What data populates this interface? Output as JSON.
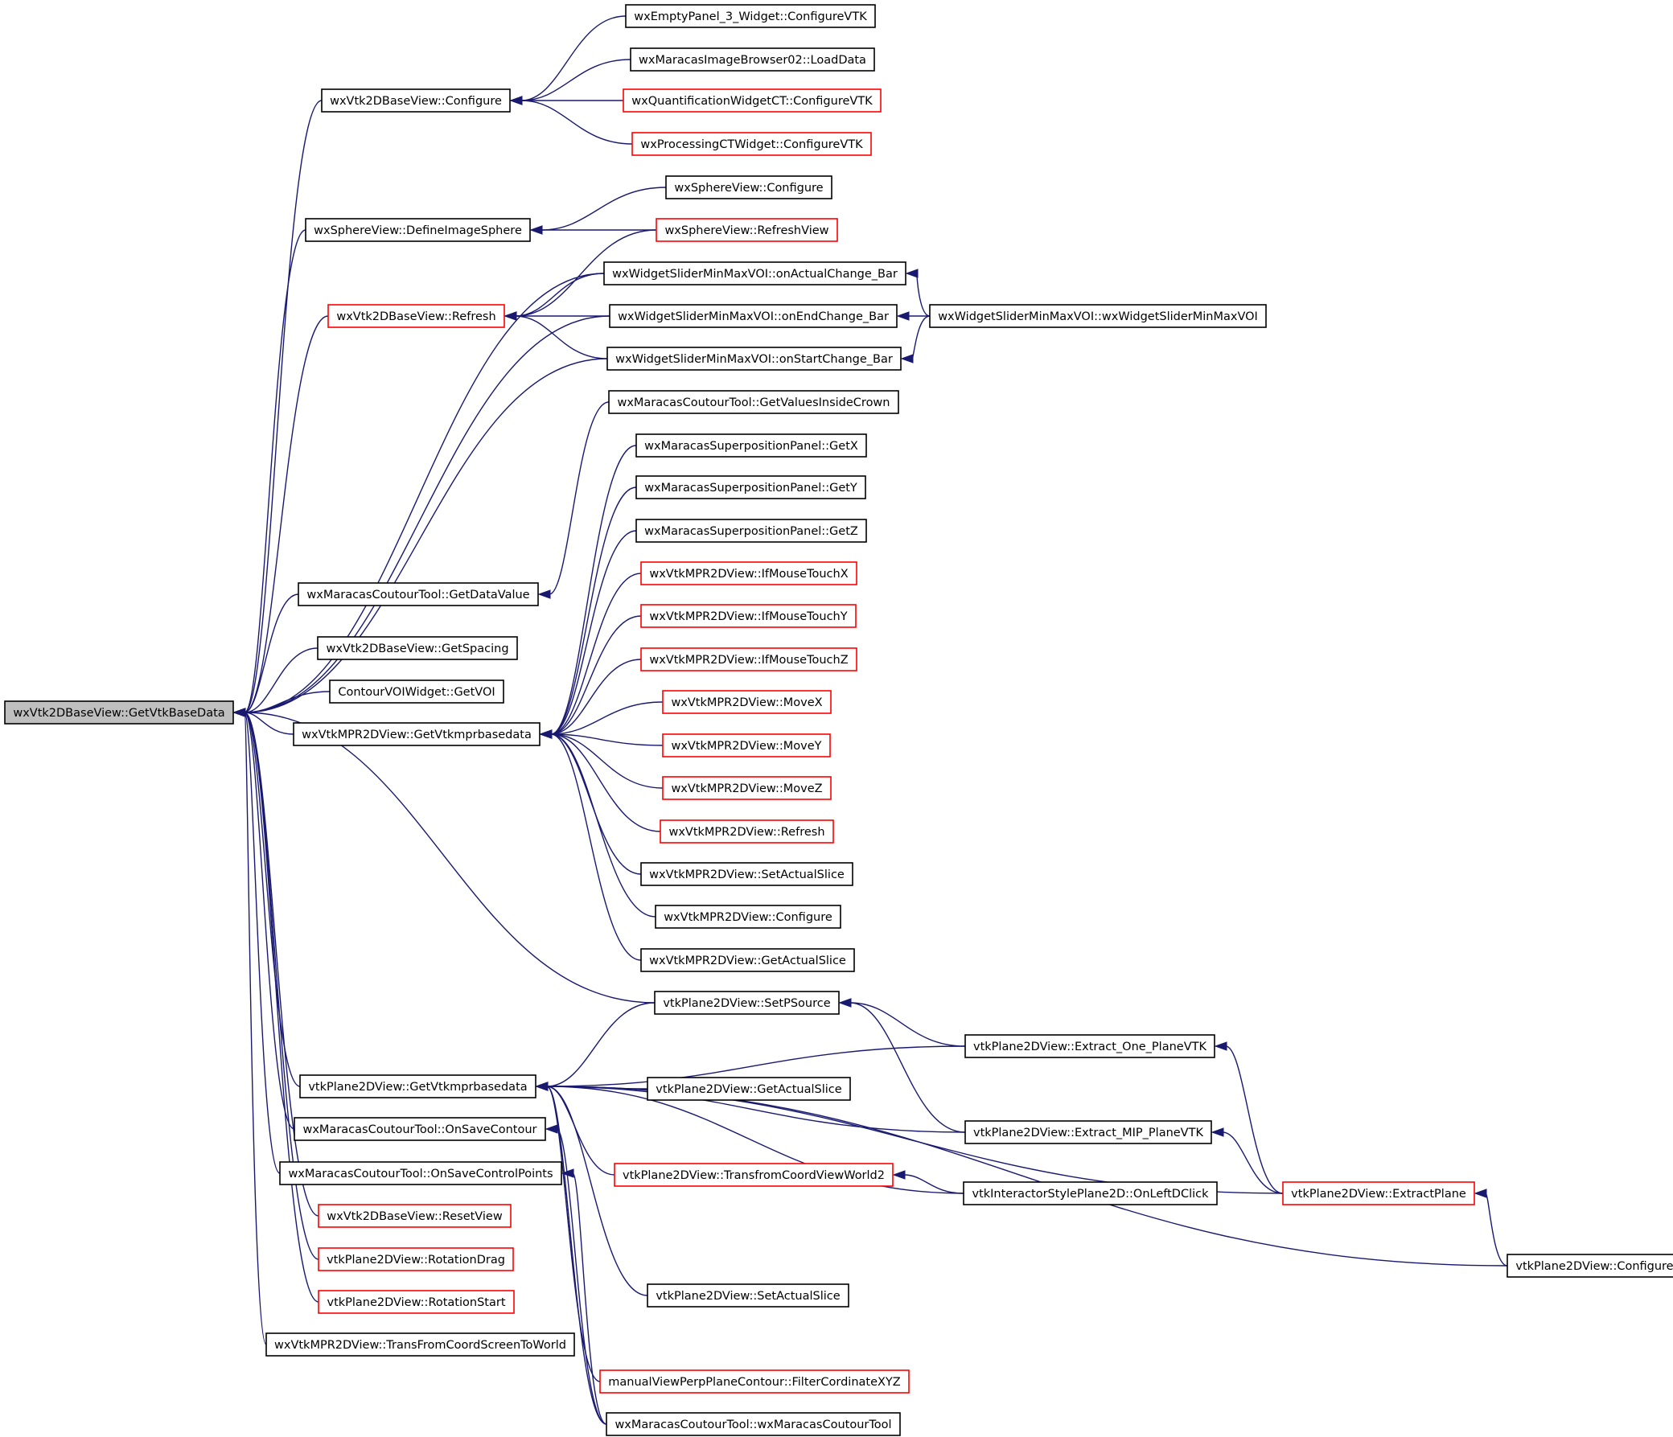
{
  "colors": {
    "edge": "#191970",
    "border": "#000000",
    "red_border": "#ff0000",
    "focus_fill": "#bfbfbf"
  },
  "nodes": [
    {
      "id": "root",
      "label": "wxVtk2DBaseView::GetVtkBaseData",
      "style": "focus"
    },
    {
      "id": "cfg",
      "label": "wxVtk2DBaseView::Configure"
    },
    {
      "id": "defsph",
      "label": "wxSphereView::DefineImageSphere"
    },
    {
      "id": "refresh",
      "label": "wxVtk2DBaseView::Refresh",
      "style": "red"
    },
    {
      "id": "getdataval",
      "label": "wxMaracasCoutourTool::GetDataValue"
    },
    {
      "id": "getspacing",
      "label": "wxVtk2DBaseView::GetSpacing"
    },
    {
      "id": "getvoi",
      "label": "ContourVOIWidget::GetVOI"
    },
    {
      "id": "mprbase",
      "label": "wxVtkMPR2DView::GetVtkmprbasedata"
    },
    {
      "id": "p2dbase",
      "label": "vtkPlane2DView::GetVtkmprbasedata"
    },
    {
      "id": "onsavecontour",
      "label": "wxMaracasCoutourTool::OnSaveContour"
    },
    {
      "id": "onsavecp",
      "label": "wxMaracasCoutourTool::OnSaveControlPoints"
    },
    {
      "id": "resetview",
      "label": "wxVtk2DBaseView::ResetView",
      "style": "red"
    },
    {
      "id": "rotdrag",
      "label": "vtkPlane2DView::RotationDrag",
      "style": "red"
    },
    {
      "id": "rotstart",
      "label": "vtkPlane2DView::RotationStart",
      "style": "red"
    },
    {
      "id": "transcoord",
      "label": "wxVtkMPR2DView::TransFromCoordScreenToWorld"
    },
    {
      "id": "emptypanel",
      "label": "wxEmptyPanel_3_Widget::ConfigureVTK"
    },
    {
      "id": "imgbrowser",
      "label": "wxMaracasImageBrowser02::LoadData"
    },
    {
      "id": "quantct",
      "label": "wxQuantificationWidgetCT::ConfigureVTK",
      "style": "red"
    },
    {
      "id": "procct",
      "label": "wxProcessingCTWidget::ConfigureVTK",
      "style": "red"
    },
    {
      "id": "sphcfg",
      "label": "wxSphereView::Configure"
    },
    {
      "id": "sphrefresh",
      "label": "wxSphereView::RefreshView",
      "style": "red"
    },
    {
      "id": "onactual",
      "label": "wxWidgetSliderMinMaxVOI::onActualChange_Bar"
    },
    {
      "id": "onend",
      "label": "wxWidgetSliderMinMaxVOI::onEndChange_Bar"
    },
    {
      "id": "onstart",
      "label": "wxWidgetSliderMinMaxVOI::onStartChange_Bar"
    },
    {
      "id": "slidector",
      "label": "wxWidgetSliderMinMaxVOI::wxWidgetSliderMinMaxVOI"
    },
    {
      "id": "getvalcrown",
      "label": "wxMaracasCoutourTool::GetValuesInsideCrown"
    },
    {
      "id": "getx",
      "label": "wxMaracasSuperpositionPanel::GetX"
    },
    {
      "id": "gety",
      "label": "wxMaracasSuperpositionPanel::GetY"
    },
    {
      "id": "getz",
      "label": "wxMaracasSuperpositionPanel::GetZ"
    },
    {
      "id": "ifx",
      "label": "wxVtkMPR2DView::IfMouseTouchX",
      "style": "red"
    },
    {
      "id": "ify",
      "label": "wxVtkMPR2DView::IfMouseTouchY",
      "style": "red"
    },
    {
      "id": "ifz",
      "label": "wxVtkMPR2DView::IfMouseTouchZ",
      "style": "red"
    },
    {
      "id": "movex",
      "label": "wxVtkMPR2DView::MoveX",
      "style": "red"
    },
    {
      "id": "movey",
      "label": "wxVtkMPR2DView::MoveY",
      "style": "red"
    },
    {
      "id": "movez",
      "label": "wxVtkMPR2DView::MoveZ",
      "style": "red"
    },
    {
      "id": "mprrefresh",
      "label": "wxVtkMPR2DView::Refresh",
      "style": "red"
    },
    {
      "id": "mprsetslice",
      "label": "wxVtkMPR2DView::SetActualSlice"
    },
    {
      "id": "mprcfg",
      "label": "wxVtkMPR2DView::Configure"
    },
    {
      "id": "mprgetslice",
      "label": "wxVtkMPR2DView::GetActualSlice"
    },
    {
      "id": "setpsource",
      "label": "vtkPlane2DView::SetPSource"
    },
    {
      "id": "extractone",
      "label": "vtkPlane2DView::Extract_One_PlaneVTK"
    },
    {
      "id": "p2dgetslice",
      "label": "vtkPlane2DView::GetActualSlice"
    },
    {
      "id": "extractmip",
      "label": "vtkPlane2DView::Extract_MIP_PlaneVTK"
    },
    {
      "id": "transworld2",
      "label": "vtkPlane2DView::TransfromCoordViewWorld2",
      "style": "red"
    },
    {
      "id": "onleftdclick",
      "label": "vtkInteractorStylePlane2D::OnLeftDClick"
    },
    {
      "id": "extractplane",
      "label": "vtkPlane2DView::ExtractPlane",
      "style": "red"
    },
    {
      "id": "p2dcfg",
      "label": "vtkPlane2DView::Configure"
    },
    {
      "id": "p2dsetslice",
      "label": "vtkPlane2DView::SetActualSlice"
    },
    {
      "id": "filtercoord",
      "label": "manualViewPerpPlaneContour::FilterCordinateXYZ",
      "style": "red"
    },
    {
      "id": "coutourctor",
      "label": "wxMaracasCoutourTool::wxMaracasCoutourTool"
    }
  ],
  "edges": [
    [
      "root",
      "cfg"
    ],
    [
      "root",
      "defsph"
    ],
    [
      "root",
      "onactual"
    ],
    [
      "root",
      "refresh"
    ],
    [
      "root",
      "onend"
    ],
    [
      "root",
      "onstart"
    ],
    [
      "root",
      "getdataval"
    ],
    [
      "root",
      "getspacing"
    ],
    [
      "root",
      "getvoi"
    ],
    [
      "root",
      "mprbase"
    ],
    [
      "root",
      "setpsource"
    ],
    [
      "root",
      "p2dbase"
    ],
    [
      "root",
      "onsavecontour"
    ],
    [
      "root",
      "onsavecp"
    ],
    [
      "root",
      "resetview"
    ],
    [
      "root",
      "rotdrag"
    ],
    [
      "root",
      "rotstart"
    ],
    [
      "root",
      "transcoord"
    ],
    [
      "cfg",
      "emptypanel"
    ],
    [
      "cfg",
      "imgbrowser"
    ],
    [
      "cfg",
      "quantct"
    ],
    [
      "cfg",
      "procct"
    ],
    [
      "defsph",
      "sphcfg"
    ],
    [
      "defsph",
      "sphrefresh"
    ],
    [
      "refresh",
      "sphrefresh"
    ],
    [
      "refresh",
      "onactual"
    ],
    [
      "refresh",
      "onend"
    ],
    [
      "refresh",
      "onstart"
    ],
    [
      "onactual",
      "slidector"
    ],
    [
      "onend",
      "slidector"
    ],
    [
      "onstart",
      "slidector"
    ],
    [
      "getdataval",
      "getvalcrown"
    ],
    [
      "mprbase",
      "getx"
    ],
    [
      "mprbase",
      "gety"
    ],
    [
      "mprbase",
      "getz"
    ],
    [
      "mprbase",
      "ifx"
    ],
    [
      "mprbase",
      "ify"
    ],
    [
      "mprbase",
      "ifz"
    ],
    [
      "mprbase",
      "movex"
    ],
    [
      "mprbase",
      "movey"
    ],
    [
      "mprbase",
      "movez"
    ],
    [
      "mprbase",
      "mprrefresh"
    ],
    [
      "mprbase",
      "mprsetslice"
    ],
    [
      "mprbase",
      "mprcfg"
    ],
    [
      "mprbase",
      "mprgetslice"
    ],
    [
      "p2dbase",
      "setpsource"
    ],
    [
      "p2dbase",
      "extractone"
    ],
    [
      "p2dbase",
      "p2dgetslice"
    ],
    [
      "p2dbase",
      "extractmip"
    ],
    [
      "p2dbase",
      "transworld2"
    ],
    [
      "p2dbase",
      "onleftdclick"
    ],
    [
      "p2dbase",
      "extractplane"
    ],
    [
      "p2dbase",
      "p2dcfg"
    ],
    [
      "p2dbase",
      "p2dsetslice"
    ],
    [
      "p2dbase",
      "filtercoord"
    ],
    [
      "p2dbase",
      "coutourctor"
    ],
    [
      "setpsource",
      "extractone"
    ],
    [
      "setpsource",
      "extractmip"
    ],
    [
      "extractone",
      "extractplane"
    ],
    [
      "extractmip",
      "extractplane"
    ],
    [
      "extractplane",
      "p2dcfg"
    ],
    [
      "transworld2",
      "onleftdclick"
    ],
    [
      "onsavecontour",
      "coutourctor"
    ],
    [
      "onsavecp",
      "coutourctor"
    ]
  ]
}
